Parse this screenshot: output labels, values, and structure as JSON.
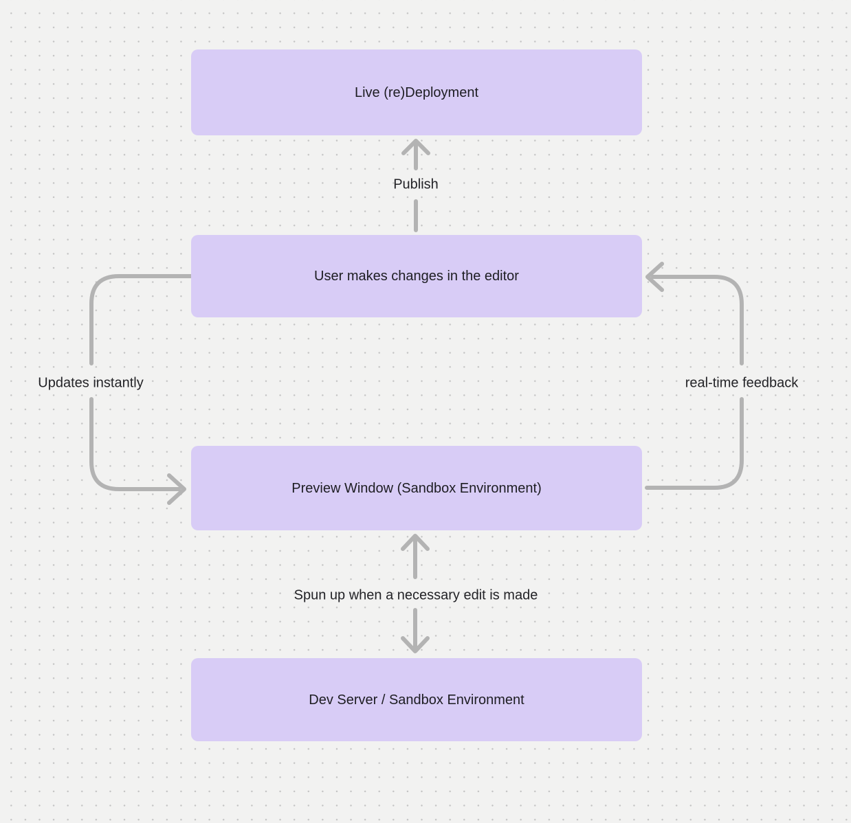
{
  "diagram": {
    "background_color": "#f2f2f1",
    "dot_color": "#c3c3c3",
    "node_fill": "#d8ccf6",
    "node_text_color": "#1d1d22",
    "arrow_color": "#b3b3b3",
    "nodes": [
      {
        "id": "live-redeployment",
        "label": "Live (re)Deployment"
      },
      {
        "id": "user-changes",
        "label": "User makes changes in the editor"
      },
      {
        "id": "preview-window",
        "label": "Preview Window (Sandbox Environment)"
      },
      {
        "id": "dev-server",
        "label": "Dev Server / Sandbox Environment"
      }
    ],
    "edges": [
      {
        "from": "user-changes",
        "to": "live-redeployment",
        "label": "Publish",
        "style": "straight-up"
      },
      {
        "from": "user-changes",
        "to": "preview-window",
        "label": "Updates instantly",
        "style": "left-loop-down"
      },
      {
        "from": "preview-window",
        "to": "user-changes",
        "label": "real-time feedback",
        "style": "right-loop-up"
      },
      {
        "from": "preview-window",
        "to": "dev-server",
        "label": "Spun up when a necessary edit is made",
        "style": "bidirectional-vertical"
      }
    ]
  }
}
